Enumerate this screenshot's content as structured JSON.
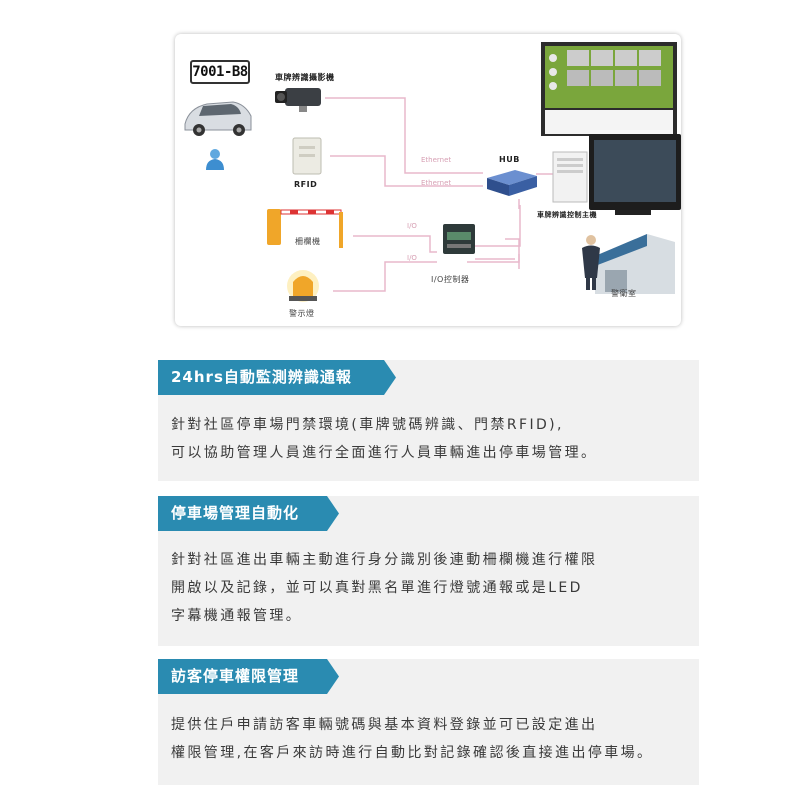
{
  "diagram": {
    "plate_text": "7001-B8",
    "camera_label": "車牌辨識攝影機",
    "rfid_label": "RFID",
    "barrier_label": "柵欄機",
    "alarm_label": "警示燈",
    "ethernet_label_1": "Ethernet",
    "ethernet_label_2": "Ethernet",
    "io_label_1": "I/O",
    "io_label_2": "I/O",
    "hub_label": "HUB",
    "io_controller_label": "I/O控制器",
    "host_label": "車牌辨識控制主機",
    "guard_label": "警衛室",
    "colors": {
      "line": "#e8b8cc",
      "hub": "#3a5fa3",
      "accent": "#2a8bb1"
    }
  },
  "sections": [
    {
      "title": "24hrs自動監測辨識通報",
      "lines": [
        "針對社區停車場門禁環境(車牌號碼辨識、門禁RFID),",
        "可以協助管理人員進行全面進行人員車輛進出停車場管理。"
      ]
    },
    {
      "title": "停車場管理自動化",
      "lines": [
        "針對社區進出車輛主動進行身分識別後連動柵欄機進行權限",
        "開啟以及記錄，並可以真對黑名單進行燈號通報或是LED",
        "字幕機通報管理。"
      ]
    },
    {
      "title": "訪客停車權限管理",
      "lines": [
        "提供住戶申請訪客車輛號碼與基本資料登錄並可已設定進出",
        "權限管理,在客戶來訪時進行自動比對記錄確認後直接進出停車場。"
      ]
    }
  ]
}
